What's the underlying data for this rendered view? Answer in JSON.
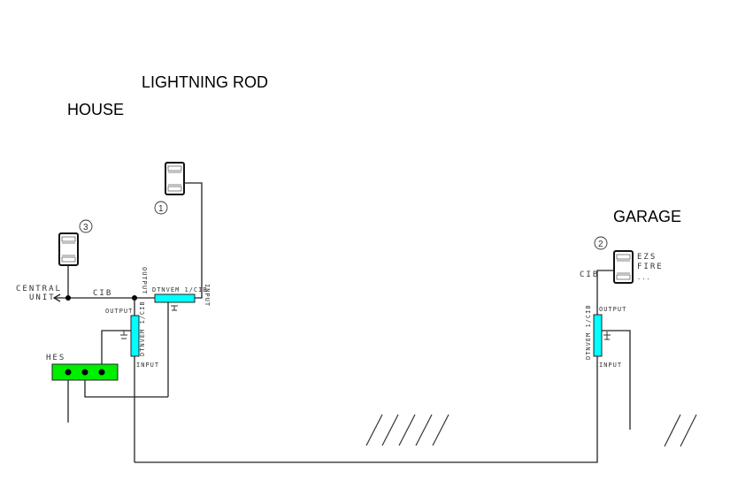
{
  "labels": {
    "lightning_rod": "LIGHTNING ROD",
    "house": "HOUSE",
    "garage": "GARAGE",
    "central_unit_line1": "CENTRAL",
    "central_unit_line2": "UNIT",
    "cib_house": "CIB",
    "cib_garage": "CIB",
    "hes": "HES",
    "ezs": "EZS",
    "fire": "FIRE",
    "ellipsis": "..."
  },
  "devices": [
    {
      "number": "1"
    },
    {
      "number": "2"
    },
    {
      "number": "3"
    }
  ],
  "protectors": [
    {
      "name": "DTNVEM 1/CIB",
      "output": "OUTPUT",
      "input": "INPUT"
    },
    {
      "name": "DTNVEM 1/CIB",
      "output": "OUTPUT",
      "input": "INPUT"
    },
    {
      "name": "DTNVEM 1/CIB",
      "output": "OUTPUT",
      "input": "INPUT"
    }
  ],
  "colors": {
    "protector": "#00ffff",
    "hes": "#00ee00"
  }
}
